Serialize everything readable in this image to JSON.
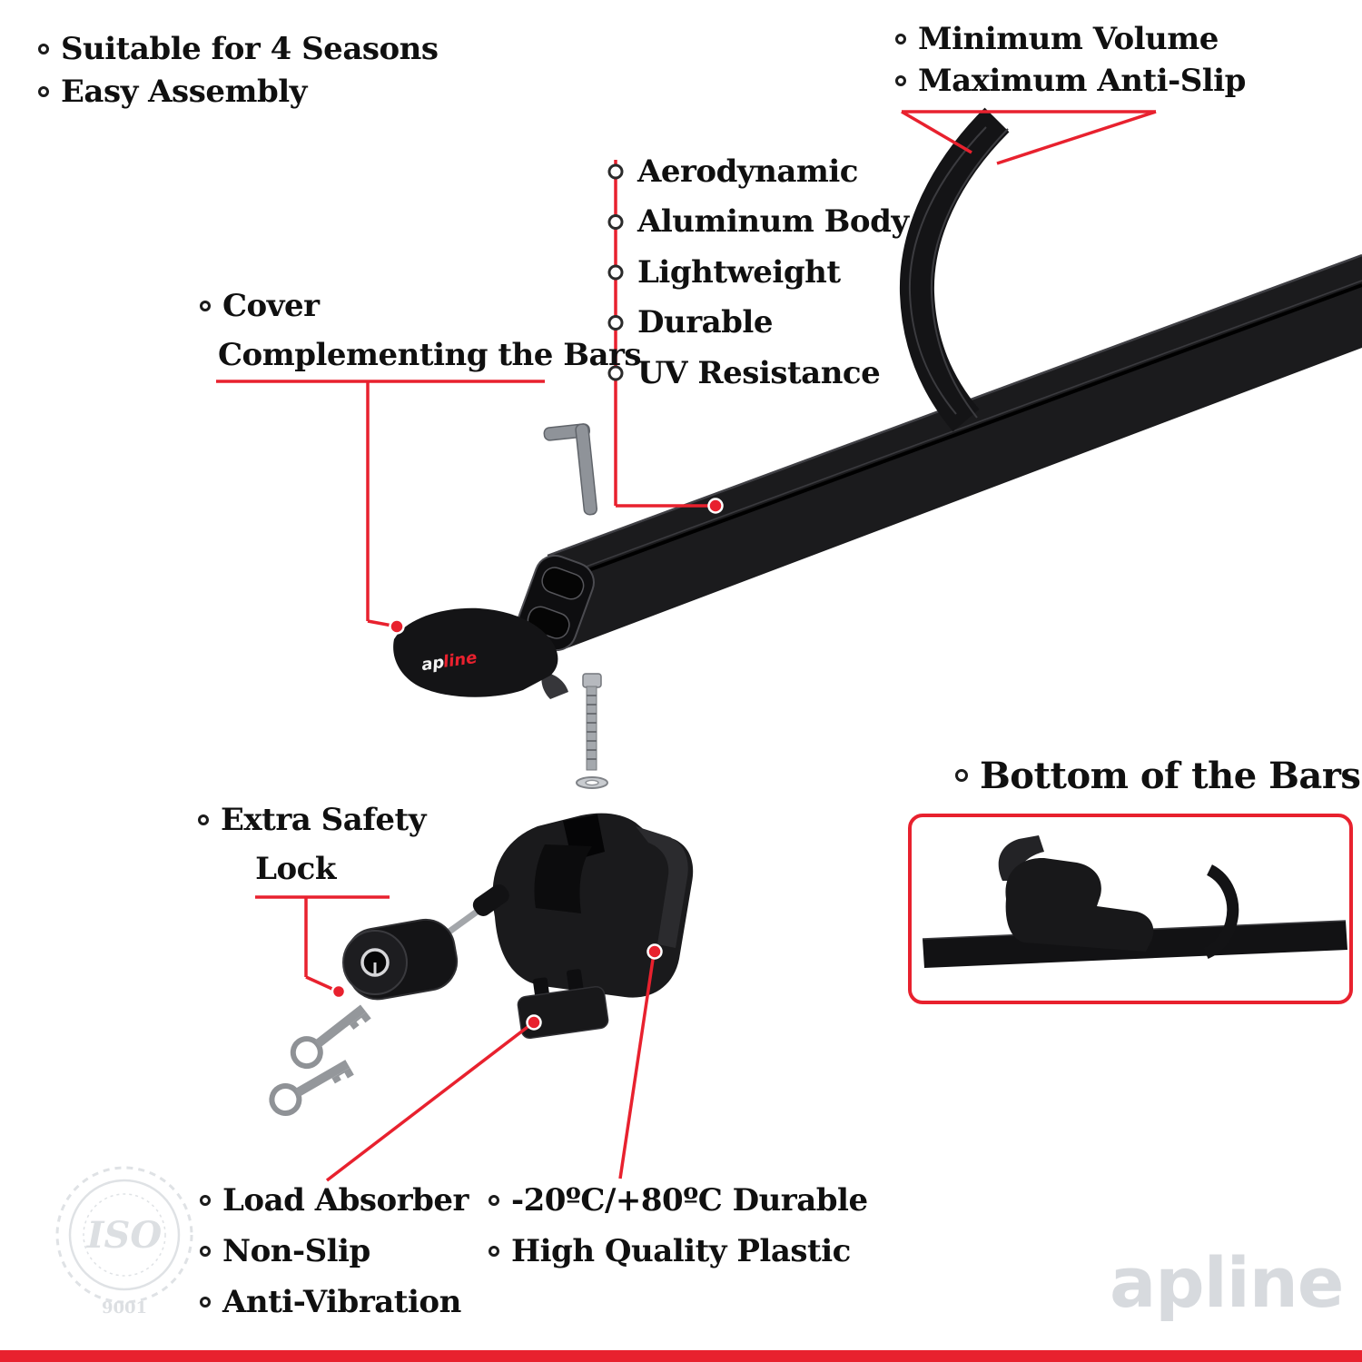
{
  "accent": "#e8212e",
  "top_left_list": {
    "items": [
      "Suitable for 4 Seasons",
      "Easy Assembly"
    ]
  },
  "top_right_list": {
    "items": [
      "Minimum Volume",
      "Maximum Anti-Slip"
    ]
  },
  "bar_feature_list": {
    "items": [
      "Aerodynamic",
      "Aluminum Body",
      "Lightweight",
      "Durable",
      "UV Resistance"
    ]
  },
  "cover_label": {
    "line1": "Cover",
    "line2": "Complementing the Bars"
  },
  "lock_label": {
    "line1": "Extra Safety",
    "line2": "Lock"
  },
  "bottom_bars_label": "Bottom of the Bars",
  "bottom_left_list": {
    "items": [
      "Load Absorber",
      "Non-Slip",
      "Anti-Vibration"
    ]
  },
  "bottom_right_list": {
    "items": [
      "-20ºC/+80ºC Durable",
      "High Quality Plastic"
    ]
  },
  "cover_logo": {
    "prefix": "ap",
    "suffix": "line"
  },
  "watermark": {
    "iso_title": "ISO",
    "iso_subtitle": "9001",
    "brand": "apline"
  }
}
